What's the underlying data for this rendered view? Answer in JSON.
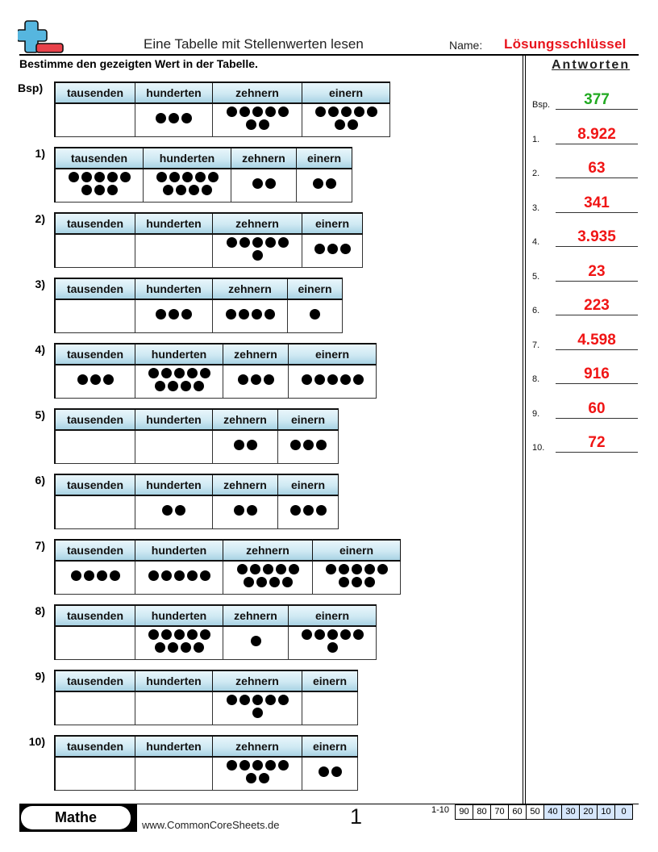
{
  "header": {
    "title": "Eine Tabelle mit Stellenwerten lesen",
    "name_label": "Name:",
    "name_value": "Lösungsschlüssel"
  },
  "instructions": "Bestimme den gezeigten Wert in der Tabelle.",
  "columns": [
    "tausenden",
    "hunderten",
    "zehnern",
    "einern"
  ],
  "problems": [
    {
      "label": "Bsp)",
      "dots": [
        0,
        3,
        7,
        7
      ]
    },
    {
      "label": "1)",
      "dots": [
        8,
        9,
        2,
        2
      ]
    },
    {
      "label": "2)",
      "dots": [
        0,
        0,
        6,
        3
      ]
    },
    {
      "label": "3)",
      "dots": [
        0,
        3,
        4,
        1
      ]
    },
    {
      "label": "4)",
      "dots": [
        3,
        9,
        3,
        5
      ]
    },
    {
      "label": "5)",
      "dots": [
        0,
        0,
        2,
        3
      ]
    },
    {
      "label": "6)",
      "dots": [
        0,
        2,
        2,
        3
      ]
    },
    {
      "label": "7)",
      "dots": [
        4,
        5,
        9,
        8
      ]
    },
    {
      "label": "8)",
      "dots": [
        0,
        9,
        1,
        6
      ]
    },
    {
      "label": "9)",
      "dots": [
        0,
        0,
        6,
        0
      ]
    },
    {
      "label": "10)",
      "dots": [
        0,
        0,
        7,
        2
      ]
    }
  ],
  "answers": {
    "title": "Antworten",
    "items": [
      {
        "num": "Bsp.",
        "value": "377",
        "example": true
      },
      {
        "num": "1.",
        "value": "8.922"
      },
      {
        "num": "2.",
        "value": "63"
      },
      {
        "num": "3.",
        "value": "341"
      },
      {
        "num": "4.",
        "value": "3.935"
      },
      {
        "num": "5.",
        "value": "23"
      },
      {
        "num": "6.",
        "value": "223"
      },
      {
        "num": "7.",
        "value": "4.598"
      },
      {
        "num": "8.",
        "value": "916"
      },
      {
        "num": "9.",
        "value": "60"
      },
      {
        "num": "10.",
        "value": "72"
      }
    ]
  },
  "footer": {
    "subject": "Mathe",
    "website": "www.CommonCoreSheets.de",
    "page": "1",
    "score_label": "1-10",
    "scores": [
      "90",
      "80",
      "70",
      "60",
      "50",
      "40",
      "30",
      "20",
      "10",
      "0"
    ]
  },
  "colors": {
    "answer_red": "#f01515",
    "example_green": "#22aa22",
    "header_blue": "#a9d3e4",
    "logo_blue": "#56b6df",
    "logo_red": "#e8414a",
    "score_highlight": "#d6e6fb"
  }
}
